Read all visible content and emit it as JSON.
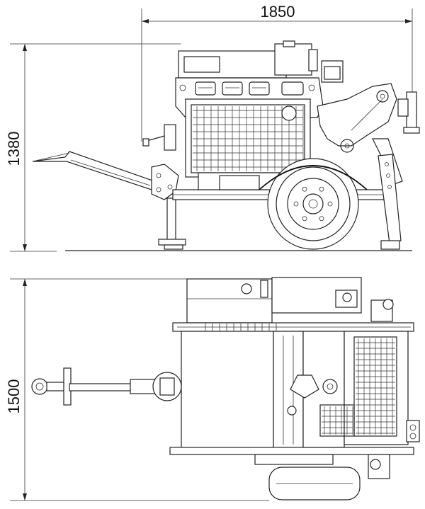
{
  "dimensions": {
    "overall_length": "1850",
    "overall_height": "1380",
    "overall_width": "1500"
  },
  "colors": {
    "line": "#222222",
    "background": "#ffffff"
  }
}
